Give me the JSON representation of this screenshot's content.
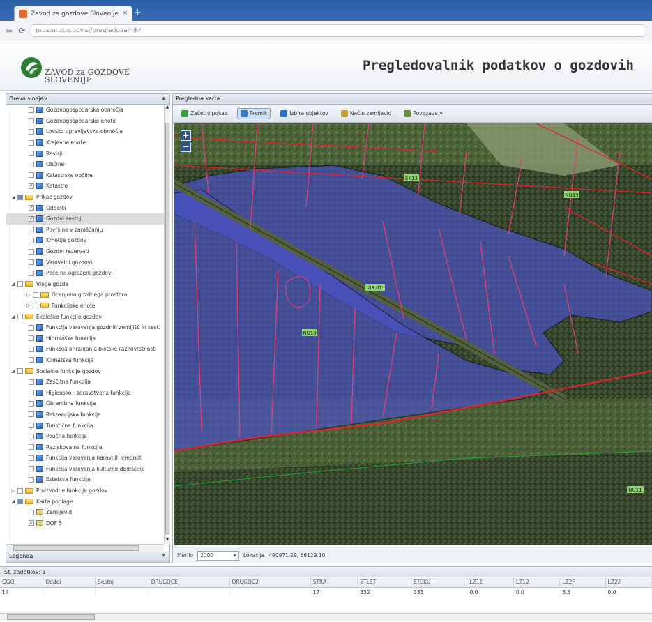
{
  "browser": {
    "tab_title": "Zavod za gozdove Slovenije",
    "url": "prostor.zgs.gov.si/pregledovalnik/"
  },
  "header": {
    "logo_line1": "ZAVOD za GOZDOVE",
    "logo_line2": "SLOVENIJE",
    "title": "Pregledovalnik podatkov o gozdovih"
  },
  "left_panel": {
    "title": "Drevo sloejev",
    "legend_title": "Legenda",
    "items": [
      {
        "label": "Gozdnogospodarska območja",
        "level": 2,
        "icon": "layer",
        "checked": false
      },
      {
        "label": "Gozdnogospodarske enote",
        "level": 2,
        "icon": "layer",
        "checked": false
      },
      {
        "label": "Lovsko upravljavska območja",
        "level": 2,
        "icon": "layer",
        "checked": false
      },
      {
        "label": "Krajevne enote",
        "level": 2,
        "icon": "layer",
        "checked": false
      },
      {
        "label": "Revirji",
        "level": 2,
        "icon": "layer",
        "checked": false
      },
      {
        "label": "Občine",
        "level": 2,
        "icon": "layer",
        "checked": false
      },
      {
        "label": "Katastrske občine",
        "level": 2,
        "icon": "layer",
        "checked": false
      },
      {
        "label": "Katastre",
        "level": 2,
        "icon": "layer",
        "checked": true
      },
      {
        "label": "Prikaz gozdov",
        "level": 1,
        "icon": "folder",
        "checked": "partial",
        "expand": "open"
      },
      {
        "label": "Oddelki",
        "level": 2,
        "icon": "layer",
        "checked": true
      },
      {
        "label": "Gozdni sestoji",
        "level": 2,
        "icon": "layer",
        "checked": true,
        "selected": true
      },
      {
        "label": "Površine v zaraščanju",
        "level": 2,
        "icon": "layer",
        "checked": false
      },
      {
        "label": "Kmetije gozdov",
        "level": 2,
        "icon": "layer",
        "checked": false
      },
      {
        "label": "Gozdni rezervati",
        "level": 2,
        "icon": "layer",
        "checked": false
      },
      {
        "label": "Varovalni gozdovi",
        "level": 2,
        "icon": "layer",
        "checked": false
      },
      {
        "label": "Poče na ogroženi gozdovi",
        "level": 2,
        "icon": "layer",
        "checked": false
      },
      {
        "label": "Vloge gozda",
        "level": 1,
        "icon": "folder",
        "checked": false,
        "expand": "open"
      },
      {
        "label": "Ocenjena gozdnega prostora",
        "level": 2,
        "icon": "folder",
        "checked": false,
        "expand": "closed"
      },
      {
        "label": "Funkcijske enote",
        "level": 2,
        "icon": "folder",
        "checked": false,
        "expand": "closed"
      },
      {
        "label": "Ekološke funkcije gozdov",
        "level": 1,
        "icon": "folder",
        "checked": false,
        "expand": "open"
      },
      {
        "label": "Funkcija varovanja gozdnih zemljišč in sest.",
        "level": 2,
        "icon": "layer",
        "checked": false
      },
      {
        "label": "Hidrološka funkcija",
        "level": 2,
        "icon": "layer",
        "checked": false
      },
      {
        "label": "Funkcija ohranjanja biotske raznovrstnosti",
        "level": 2,
        "icon": "layer",
        "checked": false
      },
      {
        "label": "Klimatska funkcija",
        "level": 2,
        "icon": "layer",
        "checked": false
      },
      {
        "label": "Socialne funkcije gozdov",
        "level": 1,
        "icon": "folder",
        "checked": false,
        "expand": "open"
      },
      {
        "label": "Zaščitna funkcija",
        "level": 2,
        "icon": "layer",
        "checked": false
      },
      {
        "label": "Higiensko - zdravstvena funkcija",
        "level": 2,
        "icon": "layer",
        "checked": false
      },
      {
        "label": "Obrambna funkcija",
        "level": 2,
        "icon": "layer",
        "checked": false
      },
      {
        "label": "Rekreacijska funkcija",
        "level": 2,
        "icon": "layer",
        "checked": false
      },
      {
        "label": "Turistična funkcija",
        "level": 2,
        "icon": "layer",
        "checked": false
      },
      {
        "label": "Poučna funkcija",
        "level": 2,
        "icon": "layer",
        "checked": false
      },
      {
        "label": "Raziskovalna funkcija",
        "level": 2,
        "icon": "layer",
        "checked": false
      },
      {
        "label": "Funkcija varovanja naravnih vrednot",
        "level": 2,
        "icon": "layer",
        "checked": false
      },
      {
        "label": "Funkcija varovanja kulturne dediščine",
        "level": 2,
        "icon": "layer",
        "checked": false
      },
      {
        "label": "Estetska funkcija",
        "level": 2,
        "icon": "layer",
        "checked": false
      },
      {
        "label": "Proizvodne funkcije gozdov",
        "level": 1,
        "icon": "folder",
        "checked": false,
        "expand": "closed"
      },
      {
        "label": "Karta podlage",
        "level": 1,
        "icon": "folder",
        "checked": "partial",
        "expand": "open"
      },
      {
        "label": "Zemljevid",
        "level": 2,
        "icon": "base",
        "checked": false
      },
      {
        "label": "DOF 5",
        "level": 2,
        "icon": "base",
        "checked": true
      }
    ]
  },
  "map_panel": {
    "title": "Pregledna karta",
    "toolbar": [
      {
        "label": "Začetni pokaz",
        "icon": "home-icon",
        "color": "#3b9a3b",
        "active": false
      },
      {
        "label": "Premik",
        "icon": "pan-icon",
        "color": "#3b77c9",
        "active": true
      },
      {
        "label": "Izbira objektov",
        "icon": "info-icon",
        "color": "#2f6fc2",
        "active": false
      },
      {
        "label": "Način zemljevid",
        "icon": "measure-icon",
        "color": "#c9a13b",
        "active": false
      },
      {
        "label": "Povezava",
        "icon": "link-icon",
        "color": "#6a8f3a",
        "active": false
      }
    ],
    "zoom_in": "+",
    "zoom_out": "−",
    "labels": [
      "SK13",
      "NU19",
      "03.01",
      "NU10",
      "NU11"
    ],
    "status": {
      "scale_label": "Merilo",
      "scale_value": "2000",
      "location_label": "Lokacija",
      "location_value": "490971.29, 66129.10"
    }
  },
  "bottom_panel": {
    "title": "Št. zadetkov: 1",
    "columns": [
      "GGO",
      "Oddel",
      "Sestoj",
      "DRUGOCE",
      "DRUGOC2",
      "STRA",
      "ETLST",
      "ETCKU",
      "LZ11",
      "LZ12",
      "LZ2F",
      "LZ22"
    ],
    "rows": [
      [
        "14",
        "",
        "",
        "",
        "",
        "17",
        "332",
        "333",
        "0.0",
        "0.0",
        "3.3",
        "0.0"
      ]
    ]
  },
  "colors": {
    "chrome": "#2c5fa6",
    "stand_fill": "#4a52c8",
    "border_red": "#e0232a",
    "parcel_pink": "#e0407a"
  }
}
